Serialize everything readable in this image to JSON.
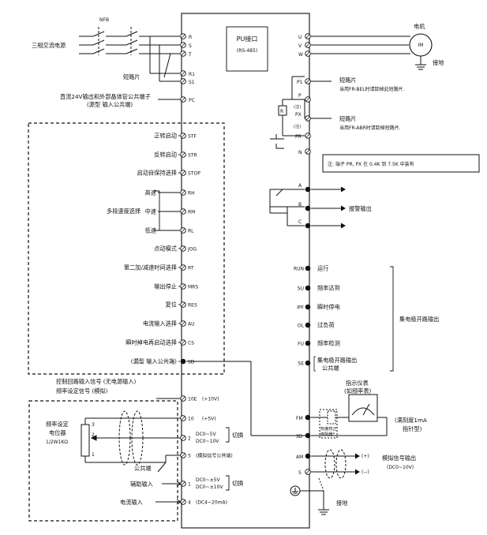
{
  "inverter": {
    "pu_line1": "PU接口",
    "pu_line2": "(RS-485)"
  },
  "power": {
    "label": "三相交流电源",
    "nfb": "NFB",
    "terminals": [
      "R",
      "S",
      "T"
    ],
    "r1": "R1",
    "s1": "S1",
    "jumper": "短路片"
  },
  "pc": {
    "terminal": "PC",
    "label_line1": "直流24V输出和外部晶体管公共端子",
    "label_line2": "(源型 输入公共端)"
  },
  "motor": {
    "label": "电机",
    "im": "IM",
    "ground": "接地",
    "terminals": [
      "U",
      "V",
      "W"
    ]
  },
  "right_top": {
    "p1": "P1",
    "p": "P",
    "px": "PX",
    "pr": "PR",
    "n": "N",
    "r": "R",
    "note_a": "(注)",
    "note_b": "(注)",
    "jumper1_line1": "短路片",
    "jumper1_line2": "当用FR-BEL时请卸掉此短路片.",
    "jumper2_line1": "短路片",
    "jumper2_line2": "当用FR-ABR时请卸掉短路片.",
    "note_box": "注: 端子 PR, PX 在 0.4K 到 7.5K 中装有"
  },
  "inputs": [
    {
      "label": "正转启动",
      "terminal": "STF"
    },
    {
      "label": "反转启动",
      "terminal": "STR"
    },
    {
      "label": "启动自保持选择",
      "terminal": "STOP"
    },
    {
      "label": "高速",
      "terminal": "RH"
    },
    {
      "label": "中速",
      "terminal": "RM"
    },
    {
      "label": "低速",
      "terminal": "RL"
    },
    {
      "label": "点动模式",
      "terminal": "JOG"
    },
    {
      "label": "第二加/减速时间选择",
      "terminal": "RT"
    },
    {
      "label": "输出停止",
      "terminal": "MRS"
    },
    {
      "label": "复位",
      "terminal": "RES"
    },
    {
      "label": "电流输入选择",
      "terminal": "AU"
    },
    {
      "label": "瞬时掉电再启动选择",
      "terminal": "CS"
    },
    {
      "label": "(漏型 输入公共端)",
      "terminal": "SD"
    }
  ],
  "multi_speed": "多段速度选择",
  "alarm": {
    "terminals": [
      "A",
      "B",
      "C"
    ],
    "label": "报警输出"
  },
  "oc_outputs": [
    {
      "terminal": "RUN",
      "label": "运行"
    },
    {
      "terminal": "SU",
      "label": "频率达到"
    },
    {
      "terminal": "IPF",
      "label": "瞬时停电"
    },
    {
      "terminal": "OL",
      "label": "过负荷"
    },
    {
      "terminal": "FU",
      "label": "频率检测"
    },
    {
      "terminal": "SE",
      "label": "集电极开路输出",
      "label2": "公共端"
    }
  ],
  "oc_group": "集电极开路输出",
  "control_in": "控制回路输入信号 (无电源输入)",
  "freq_set": "频率设定信号 (模拟)",
  "pot": {
    "label1": "频率设定",
    "label2": "电位器",
    "label3": "1/2W1KΩ",
    "pins": [
      "3",
      "2",
      "1"
    ]
  },
  "analog_in": [
    {
      "terminal": "10E",
      "label": "(+10V)"
    },
    {
      "terminal": "10",
      "label": "(+5V)"
    },
    {
      "terminal": "2",
      "label": "DC0~5V",
      "label2": "DC0~10V"
    },
    {
      "terminal": "5",
      "label": "(模拟信号公共端)"
    },
    {
      "terminal": "1",
      "label": "DC0~±5V",
      "label2": "DC0~±10V"
    },
    {
      "terminal": "4",
      "label": "(DC4~20mA)"
    }
  ],
  "switch1": "切换",
  "switch2": "切换",
  "common": "公共端",
  "aux_in": "辅助输入",
  "cur_in": "电流输入",
  "meter": {
    "title_line1": "指示仪表",
    "title_line2": "(如频率表)",
    "adj_line1": "刻度校正",
    "adj_line2": "电阻器*",
    "fm": "FM",
    "sd": "SD",
    "full_line1": "(满刻度1mA",
    "full_line2": "指针型)"
  },
  "analog_out": {
    "am": "AM",
    "five": "5",
    "plus": "(+)",
    "minus": "(−)",
    "label_line1": "模拟信号输出",
    "label_line2": "(DC0~10V)"
  },
  "earth": "接地"
}
